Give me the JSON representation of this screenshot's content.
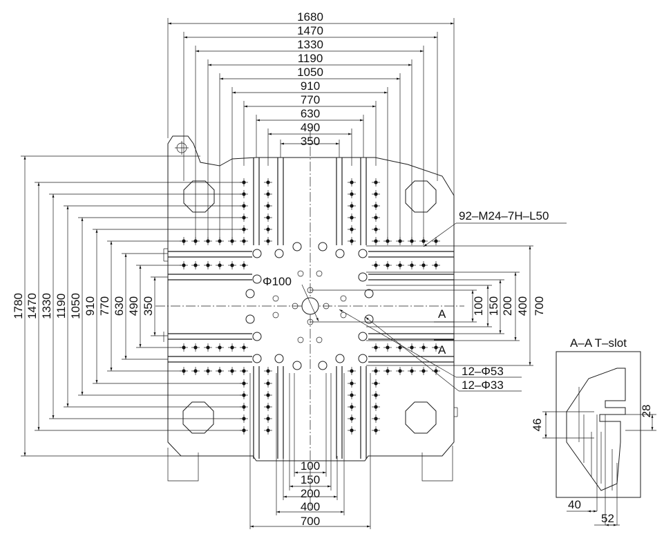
{
  "top_dims": [
    "1680",
    "1470",
    "1330",
    "1190",
    "1050",
    "910",
    "770",
    "630",
    "490",
    "350"
  ],
  "left_dims": [
    "1780",
    "1470",
    "1330",
    "1190",
    "1050",
    "910",
    "770",
    "630",
    "490",
    "350"
  ],
  "right_dims": [
    "100",
    "150",
    "200",
    "400",
    "700"
  ],
  "bottom_dims": [
    "100",
    "150",
    "200",
    "400",
    "700"
  ],
  "callouts": {
    "threads": "92–M24–7H–L50",
    "center_hole": "Φ100",
    "holes_53": "12–Φ53",
    "holes_33": "12–Φ33",
    "section_mark": "A"
  },
  "section": {
    "title": "A–A T–slot",
    "dims": [
      "28",
      "46",
      "40",
      "52"
    ]
  }
}
